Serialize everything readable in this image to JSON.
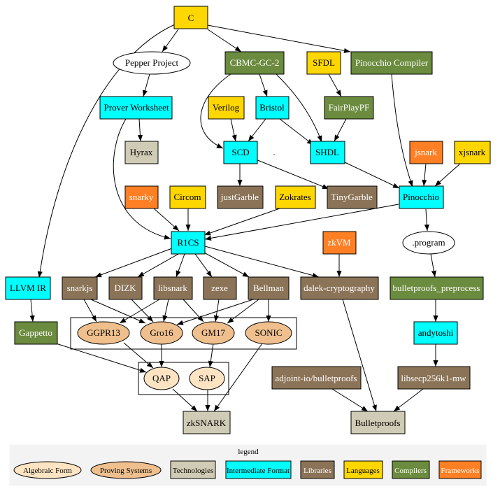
{
  "colors": {
    "algebraic": "#ffe4c4",
    "proving": "#efc08e",
    "technology": "#cfcbb4",
    "intermediate": "#00ffff",
    "library": "#8b7357",
    "language": "#ffd700",
    "compiler": "#6b8b3e",
    "framework": "#ff7f24",
    "plain": "#ffffff",
    "legend_bg": "#f3f3f3"
  },
  "nodes": {
    "c": "C",
    "pepper_project": "Pepper Project",
    "cbmc_gc2": "CBMC-GC-2",
    "sfdl": "SFDL",
    "pinocchio_compiler": "Pinocchio Compiler",
    "prover_worksheet": "Prover Worksheet",
    "verilog": "Verilog",
    "bristol": "Bristol",
    "fairplaypf": "FairPlayPF",
    "hyrax": "Hyrax",
    "scd": "SCD",
    "dot": ".",
    "shdl": "SHDL",
    "jsnark": "jsnark",
    "xjsnark": "xjsnark",
    "snarky": "snarky",
    "circom": "Circom",
    "justgarble": "justGarble",
    "zokrates": "Zokrates",
    "tinygarble": "TinyGarble",
    "pinocchio": "Pinocchio",
    "r1cs": "R1CS",
    "zkvm": "zkVM",
    "program": ".program",
    "llvm_ir": "LLVM IR",
    "snarkjs": "snarkjs",
    "dizk": "DIZK",
    "libsnark": "libsnark",
    "zexe": "zexe",
    "bellman": "Bellman",
    "dalek": "dalek-cryptography",
    "bulletproofs_preprocess": "bulletproofs_preprocess",
    "gappetto": "Gappetto",
    "ggpr13": "GGPR13",
    "gro16": "Gro16",
    "gm17": "GM17",
    "sonic": "SONIC",
    "andytoshi": "andytoshi",
    "qap": "QAP",
    "sap": "SAP",
    "adjoint": "adjoint-io/bulletproofs",
    "libsecp": "libsecp256k1-mw",
    "zksnark": "zkSNARK",
    "bulletproofs": "Bulletproofs"
  },
  "legend": {
    "title": "legend",
    "algebraic": "Algebraic Form",
    "proving": "Proving Systems",
    "technologies": "Technologies",
    "intermediate": "Intermediate Format",
    "libraries": "Libraries",
    "languages": "Languages",
    "compilers": "Compilers",
    "frameworks": "Frameworks"
  }
}
